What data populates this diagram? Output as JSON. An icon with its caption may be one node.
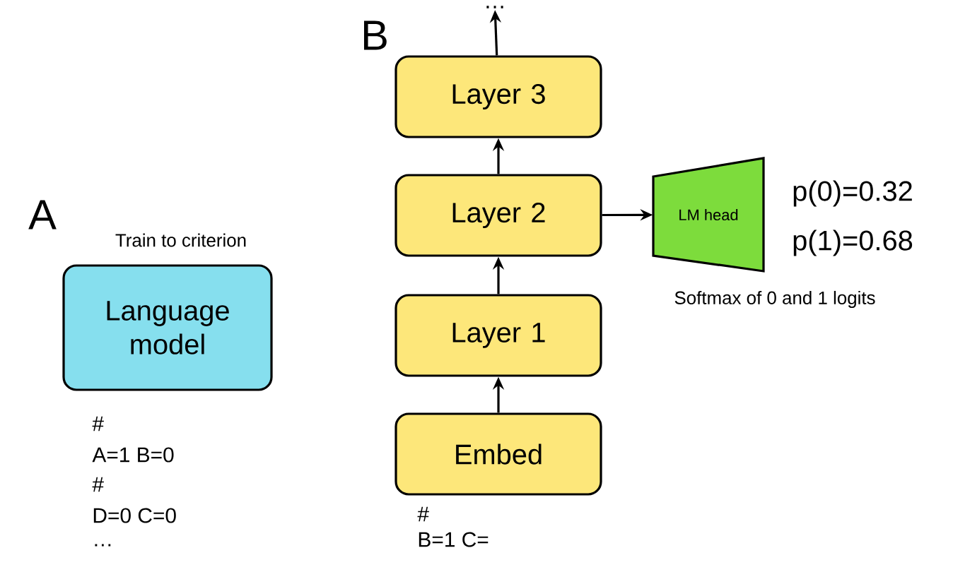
{
  "diagram": {
    "nodes": [
      {
        "text": [
          "Language model"
        ],
        "beside": [
          "Train to criterion"
        ]
      },
      {
        "text": [
          "Embed"
        ]
      },
      {
        "text": [
          "Layer 1"
        ]
      },
      {
        "text": [
          "Layer 2"
        ]
      },
      {
        "text": [
          "Layer 3"
        ]
      },
      {
        "text": [
          "LM head"
        ],
        "beside": [
          "p(0)=0.32",
          "p(1)=0.68",
          "Softmax of 0 and 1 logits"
        ]
      },
      {
        "text": [
          "…"
        ]
      }
    ],
    "edges": [
      {
        "from": 1,
        "to": 2,
        "arrow": "to"
      },
      {
        "from": 2,
        "to": 3,
        "arrow": "to"
      },
      {
        "from": 3,
        "to": 4,
        "arrow": "to"
      },
      {
        "from": 4,
        "to": 6,
        "arrow": "to"
      },
      {
        "from": 3,
        "to": 5,
        "arrow": "to"
      }
    ],
    "labels": [
      "A",
      "B",
      "#",
      "A=1 B=0",
      "#",
      "D=0 C=0",
      "…",
      "#",
      "B=1 C="
    ]
  }
}
